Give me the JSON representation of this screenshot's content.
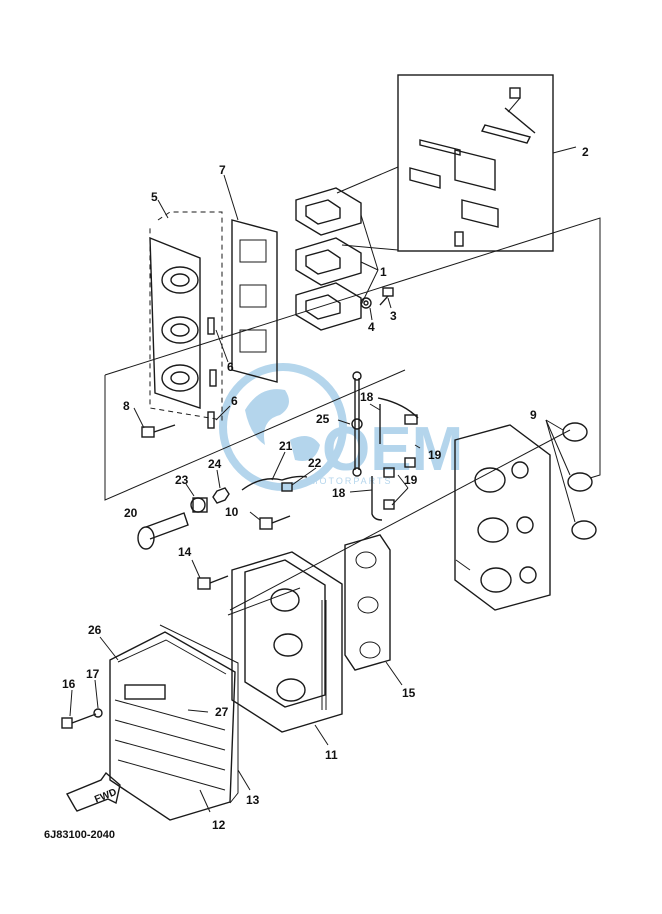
{
  "diagram": {
    "part_code": "6J83100-2040",
    "fwd_label": "FWD",
    "watermark": {
      "main": "OEM",
      "sub": "MOTORPARTS"
    },
    "callouts": [
      {
        "id": "c1",
        "label": "1"
      },
      {
        "id": "c2",
        "label": "2"
      },
      {
        "id": "c3",
        "label": "3"
      },
      {
        "id": "c4",
        "label": "4"
      },
      {
        "id": "c5",
        "label": "5"
      },
      {
        "id": "c6a",
        "label": "6"
      },
      {
        "id": "c6b",
        "label": "6"
      },
      {
        "id": "c7",
        "label": "7"
      },
      {
        "id": "c8",
        "label": "8"
      },
      {
        "id": "c9",
        "label": "9"
      },
      {
        "id": "c10",
        "label": "10"
      },
      {
        "id": "c11",
        "label": "11"
      },
      {
        "id": "c12",
        "label": "12"
      },
      {
        "id": "c13",
        "label": "13"
      },
      {
        "id": "c14",
        "label": "14"
      },
      {
        "id": "c15",
        "label": "15"
      },
      {
        "id": "c16",
        "label": "16"
      },
      {
        "id": "c17",
        "label": "17"
      },
      {
        "id": "c18a",
        "label": "18"
      },
      {
        "id": "c18b",
        "label": "18"
      },
      {
        "id": "c19a",
        "label": "19"
      },
      {
        "id": "c19b",
        "label": "19"
      },
      {
        "id": "c20",
        "label": "20"
      },
      {
        "id": "c21",
        "label": "21"
      },
      {
        "id": "c22",
        "label": "22"
      },
      {
        "id": "c23",
        "label": "23"
      },
      {
        "id": "c24",
        "label": "24"
      },
      {
        "id": "c25",
        "label": "25"
      },
      {
        "id": "c26",
        "label": "26"
      },
      {
        "id": "c27",
        "label": "27"
      }
    ]
  }
}
